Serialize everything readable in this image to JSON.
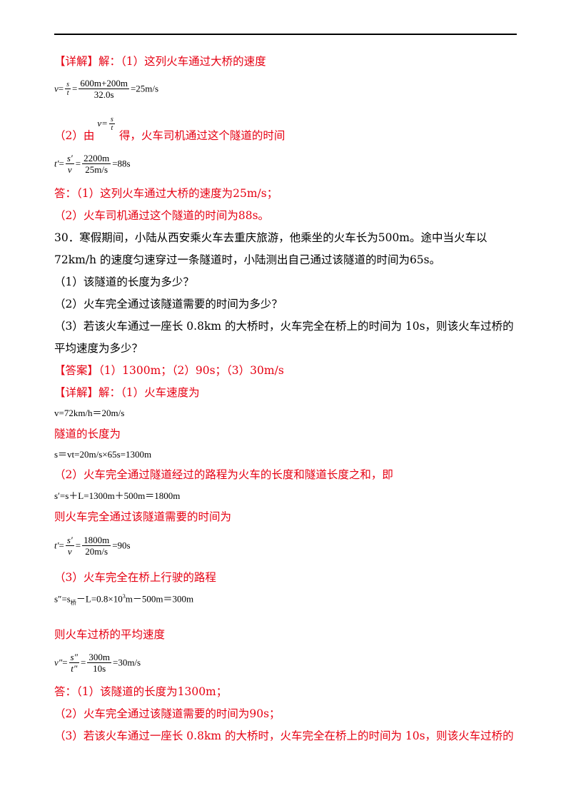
{
  "q29": {
    "detail_tag": "【详解】",
    "detail_intro": "解：（1）这列火车通过大桥的速度",
    "eq1": {
      "lhs": "v",
      "eq": "=",
      "frac_num": "s",
      "frac_den": "t",
      "eq2": "=",
      "num": "600m+200m",
      "den": "32.0s",
      "result": "=25m/s"
    },
    "part2_a": "（2）由",
    "part2_b": "得，火车司机通过这个隧道的时间",
    "part2_frac": {
      "lhs": "v=",
      "num": "s",
      "den": "t"
    },
    "eq2": {
      "lhs": "t′",
      "eq": "=",
      "frac_num": "s′",
      "frac_den": "v",
      "eq2": "=",
      "num": "2200m",
      "den": "25m/s",
      "result": "=88s"
    },
    "answer1": "答：（1）这列火车通过大桥的速度为25m/s；",
    "answer2": "（2）火车司机通过这个隧道的时间为88s。"
  },
  "q30": {
    "line1": "30．寒假期间，小陆从西安乘火车去重庆旅游，他乘坐的火车长为500m。途中当火车以",
    "line2": "72km/h 的速度匀速穿过一条隧道时，小陆测出自己通过该隧道的时间为65s。",
    "sub1": "（1）该隧道的长度为多少？",
    "sub2": "（2）火车完全通过该隧道需要的时间为多少？",
    "sub3a": "（3）若该火车通过一座长 0.8km 的大桥时，火车完全在桥上的时间为 10s，则该火车过桥的",
    "sub3b": "平均速度为多少？",
    "answer_tag": "【答案】",
    "answer_text": "（1）1300m；（2）90s；（3）30m/s",
    "detail_tag": "【详解】",
    "detail_intro": "解：（1）火车速度为",
    "m1": "v=72km/h＝20m/s",
    "tunnel_len": "隧道的长度为",
    "m2": "s＝vt=20m/s×65s=1300m",
    "part2": "（2）火车完全通过隧道经过的路程为火车的长度和隧道长度之和，即",
    "m3": "s′=s＋L=1300m＋500m＝1800m",
    "time_intro": "则火车完全通过该隧道需要的时间为",
    "eq3": {
      "lhs": "t′",
      "eq": "=",
      "frac_num": "s′",
      "frac_den": "v",
      "eq2": "=",
      "num": "1800m",
      "den": "20m/s",
      "result": "=90s"
    },
    "part3": "（3）火车完全在桥上行驶的路程",
    "m4a": "s″=s",
    "m4sub": "桥",
    "m4b": "－L=0.8×10",
    "m4sup": "3",
    "m4c": "m－500m＝300m",
    "avg_intro": "则火车过桥的平均速度",
    "eq4": {
      "lhs": "v″",
      "eq": "=",
      "frac_num": "s″",
      "frac_den": "t″",
      "eq2": "=",
      "num": "300m",
      "den": "10s",
      "result": "=30m/s"
    },
    "final1": "答：（1）该隧道的长度为1300m；",
    "final2": "（2）火车完全通过该隧道需要的时间为90s；",
    "final3": "（3）若该火车通过一座长 0.8km 的大桥时，火车完全在桥上的时间为 10s，则该火车过桥的"
  }
}
